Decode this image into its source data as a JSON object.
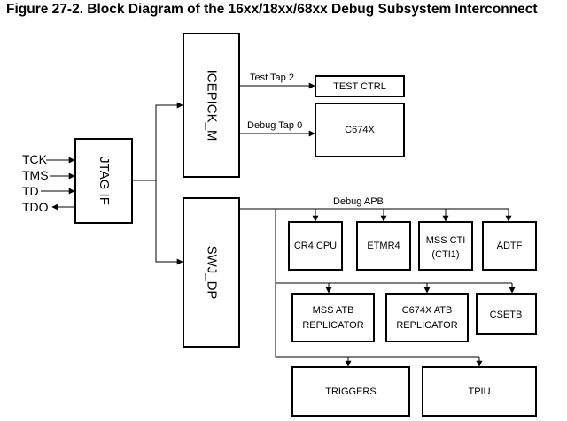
{
  "title": "Figure 27-2. Block Diagram of the 16xx/18xx/68xx Debug Subsystem Interconnect",
  "pins": {
    "tck": "TCK",
    "tms": "TMS",
    "td": "TD",
    "tdo": "TDO"
  },
  "blocks": {
    "jtag_if": "JTAG IF",
    "icepick_m": "ICEPICK_M",
    "swj_dp": "SWJ_DP",
    "test_ctrl": "TEST CTRL",
    "c674x": "C674X",
    "cr4_cpu": "CR4 CPU",
    "etmr4": "ETMR4",
    "mss_cti_line1": "MSS CTI",
    "mss_cti_line2": "(CTI1)",
    "adtf": "ADTF",
    "mss_atb_line1": "MSS ATB",
    "mss_atb_line2": "REPLICATOR",
    "c674x_atb_line1": "C674X ATB",
    "c674x_atb_line2": "REPLICATOR",
    "csetb": "CSETB",
    "triggers": "TRIGGERS",
    "tpiu": "TPIU"
  },
  "connections": {
    "test_tap_2": "Test Tap 2",
    "debug_tap_0": "Debug Tap 0",
    "debug_apb": "Debug APB"
  }
}
